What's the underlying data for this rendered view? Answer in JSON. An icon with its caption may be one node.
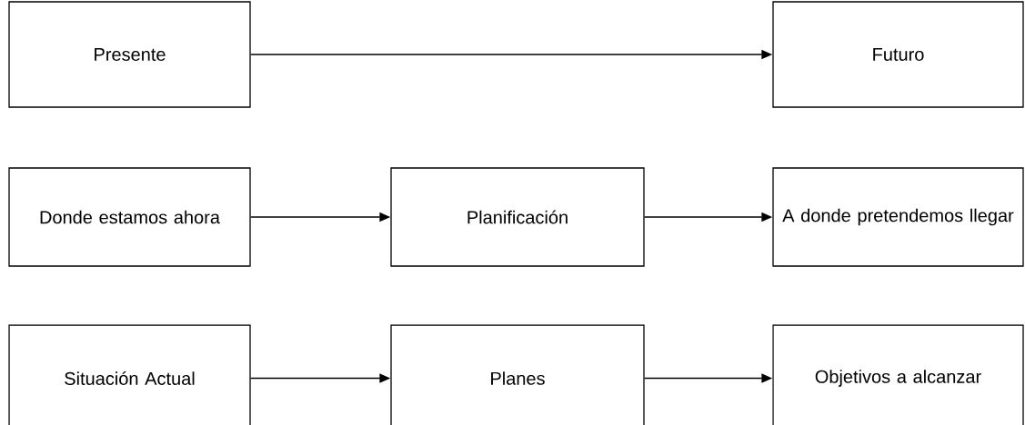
{
  "diagram": {
    "nodes": [
      {
        "text": [
          "Presente"
        ]
      },
      {
        "text": [
          "Futuro"
        ]
      },
      {
        "text": [
          "Donde estamos ahora"
        ]
      },
      {
        "text": [
          "Planificación"
        ]
      },
      {
        "text": [
          "A donde pretendemos llegar"
        ]
      },
      {
        "text": [
          "Situación Actual"
        ]
      },
      {
        "text": [
          "Planes"
        ]
      },
      {
        "text": [
          "Objetivos a alcanzar"
        ]
      }
    ],
    "edges": [
      {
        "from": 0,
        "to": 1,
        "arrow": "to"
      },
      {
        "from": 2,
        "to": 3,
        "arrow": "to"
      },
      {
        "from": 3,
        "to": 4,
        "arrow": "to"
      },
      {
        "from": 5,
        "to": 6,
        "arrow": "to"
      },
      {
        "from": 6,
        "to": 7,
        "arrow": "to"
      }
    ]
  }
}
